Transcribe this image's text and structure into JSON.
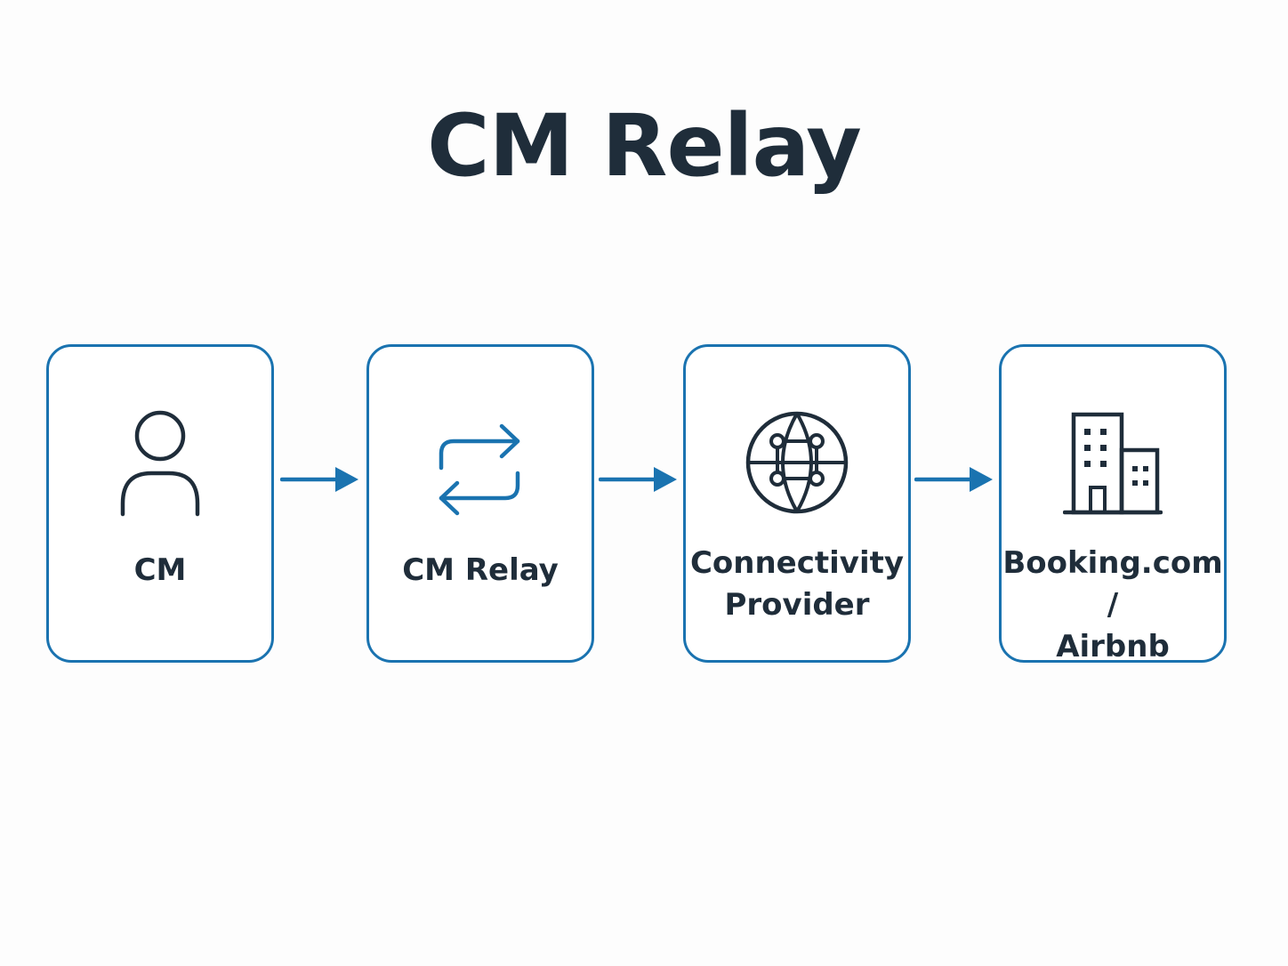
{
  "title": "CM Relay",
  "colors": {
    "accent": "#1a73b0",
    "text": "#1f2d3a",
    "background": "#fdfdfd"
  },
  "nodes": [
    {
      "icon": "person-icon",
      "lines": [
        "CM"
      ]
    },
    {
      "icon": "relay-arrows-icon",
      "lines": [
        "CM Relay"
      ]
    },
    {
      "icon": "globe-network-icon",
      "lines": [
        "Connectivity",
        "Provider"
      ]
    },
    {
      "icon": "buildings-icon",
      "lines": [
        "Booking.com /",
        "Airbnb"
      ]
    }
  ]
}
